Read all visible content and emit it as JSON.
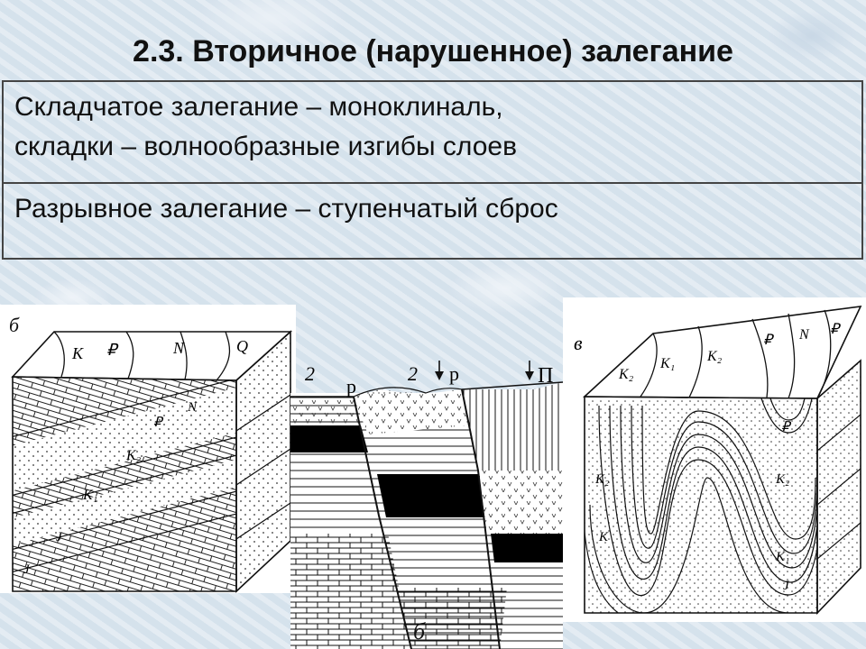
{
  "title": "2.3. Вторичное (нарушенное) залегание",
  "table": {
    "rows": [
      {
        "lines": [
          "Складчатое залегание – моноклиналь,",
          "складки – волнообразные изгибы слоев"
        ]
      },
      {
        "lines": [
          "Разрывное залегание – ступенчатый сброс"
        ]
      }
    ]
  },
  "figures": {
    "left": {
      "corner_label": "б",
      "labels": [
        "K",
        "₽",
        "N",
        "Q",
        "N",
        "₽",
        "K₂",
        "K₁",
        "J",
        "J"
      ]
    },
    "middle": {
      "labels": [
        "2",
        "р",
        "2",
        "р",
        "П"
      ],
      "caption": "б"
    },
    "right": {
      "corner_label": "в",
      "labels": [
        "K₂",
        "K₁",
        "K₂",
        "₽",
        "N",
        "₽",
        "₽",
        "K₂",
        "K₂",
        "K₁",
        "J",
        "K"
      ]
    }
  },
  "colors": {
    "text": "#111111",
    "border": "#444444",
    "background": "#dbe6ef"
  }
}
